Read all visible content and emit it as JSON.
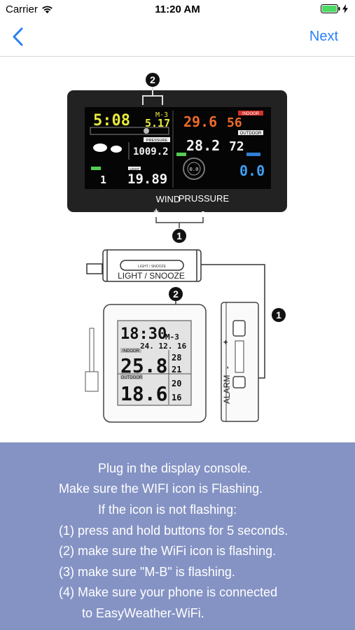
{
  "status_bar": {
    "carrier": "Carrier",
    "time": "11:20 AM",
    "icons": [
      "wifi-icon",
      "battery-icon",
      "charging-icon"
    ]
  },
  "nav": {
    "back_icon": "chevron-left-icon",
    "next_label": "Next",
    "accent_color": "#2a7ff5"
  },
  "illustration": {
    "console": {
      "callout_top": "2",
      "callout_bottom": "1",
      "time": "5:08",
      "mode": "M-3",
      "date": "5.17",
      "indoor_label": "INDOOR",
      "indoor_temp": "29.6",
      "indoor_humidity": "56",
      "pressure_label": "PRESSURE",
      "pressure": "1009.2",
      "outdoor_label": "OUTDOOR",
      "outdoor_temp": "28.2",
      "outdoor_humidity": "72",
      "wind_value": "1",
      "light_label": "LIGHT",
      "light_value": "19.89",
      "compass_value": "0.0",
      "rain_value": "0.0",
      "wind_button_label": "WIND",
      "pressure_button_label": "PRUSSURE",
      "plus": "+",
      "minus": "-"
    },
    "sensor_top": {
      "callout": "1",
      "button_label": "LIGHT / SNOOZE",
      "button_label_small": "LIGHT / SNOOZE"
    },
    "indoor_display": {
      "callout": "2",
      "time": "18:30",
      "mode": "M-3",
      "date": "24. 12. 16",
      "indoor_label": "INDOOR",
      "indoor_temp": "25.8",
      "indoor_val1": "28",
      "indoor_val2": "21",
      "outdoor_label": "OUTDOOR",
      "outdoor_temp": "18.6",
      "outdoor_val1": "20",
      "outdoor_val2": "16"
    },
    "side_view": {
      "callout": "1",
      "alarm_label": "ALARM",
      "plus": "+",
      "minus": "-"
    }
  },
  "instructions": {
    "background": "#8593c4",
    "lines": [
      "Plug in the display console.",
      "Make sure the WIFI icon is Flashing.",
      "If the icon is not flashing:",
      "(1) press and hold buttons for 5 seconds.",
      "(2) make sure the WiFi icon is flashing.",
      "(3) make sure \"M-B\" is flashing.",
      "(4) Make sure your phone is connected",
      "to EasyWeather-WiFi."
    ]
  }
}
